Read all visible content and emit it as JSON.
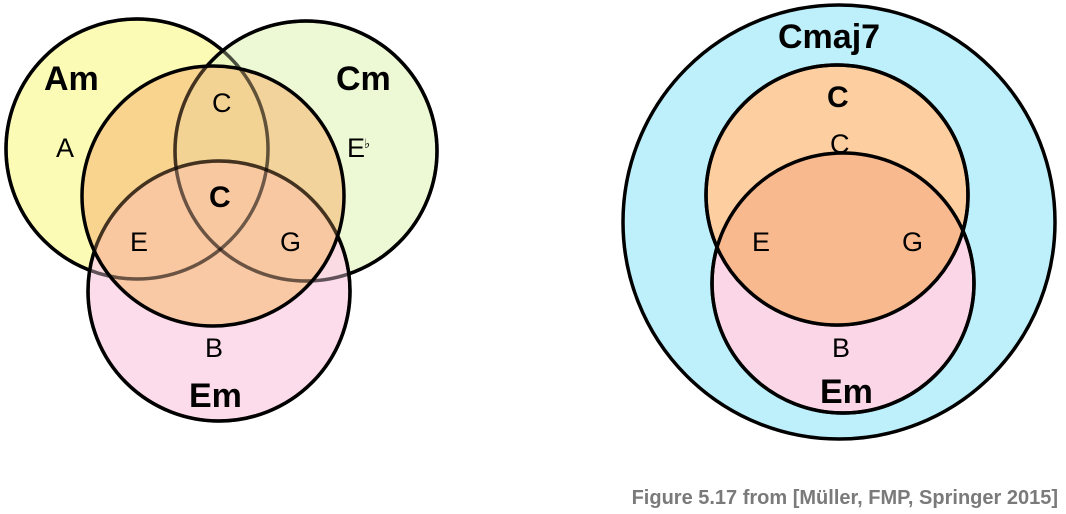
{
  "left_diagram": {
    "am": {
      "label": "Am",
      "note": "A",
      "fill": "#fbfaa8"
    },
    "cm": {
      "label": "Cm",
      "note": "E",
      "accidental": "♭",
      "fill": "#e6f5c3"
    },
    "em": {
      "label": "Em",
      "note": "B",
      "fill": "#fbd6e6"
    },
    "c": {
      "label": "C",
      "notes": {
        "top": "C",
        "left": "E",
        "right": "G"
      },
      "fill": "#f7bb76"
    }
  },
  "right_diagram": {
    "cmaj7": {
      "label": "Cmaj7",
      "fill": "#bdf0fb"
    },
    "c": {
      "label": "C",
      "note": "C",
      "fill": "#fccea0"
    },
    "em": {
      "label": "Em",
      "note": "B",
      "fill": "#fbd6e6"
    },
    "overlap": {
      "left_note": "E",
      "right_note": "G",
      "fill": "#f9b98e"
    }
  },
  "caption": "Figure 5.17 from [Müller, FMP, Springer 2015]"
}
